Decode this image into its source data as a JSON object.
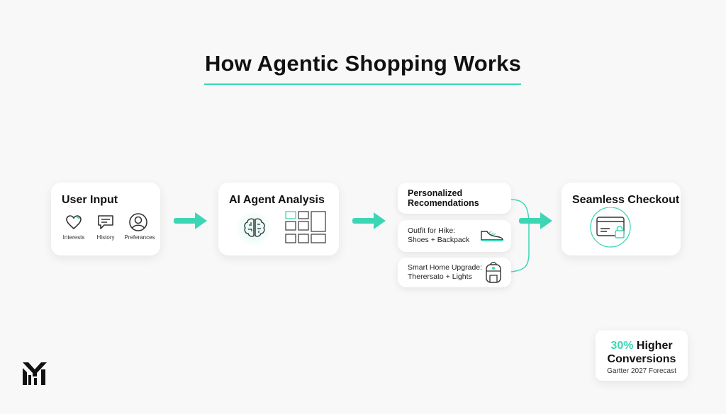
{
  "title": "How Agentic Shopping Works",
  "steps": {
    "user_input": {
      "title": "User Input",
      "items": [
        "Interests",
        "History",
        "Preferances"
      ]
    },
    "analysis": {
      "title": "AI Agent Analysis"
    },
    "recommendations": {
      "title_line1": "Personalized",
      "title_line2": "Recomendations",
      "items": [
        {
          "line1": "Outfit for Hike:",
          "line2": "Shoes + Backpack"
        },
        {
          "line1": "Smart Home Upgrade:",
          "line2": "Therersato + Lights"
        }
      ]
    },
    "checkout": {
      "title": "Seamless Checkout"
    }
  },
  "stat": {
    "highlight": "30%",
    "text1": " Higher",
    "text2": "Conversions",
    "source": "Gartter 2027 Forecast"
  },
  "colors": {
    "accent": "#3dd6b5",
    "text": "#111111"
  }
}
